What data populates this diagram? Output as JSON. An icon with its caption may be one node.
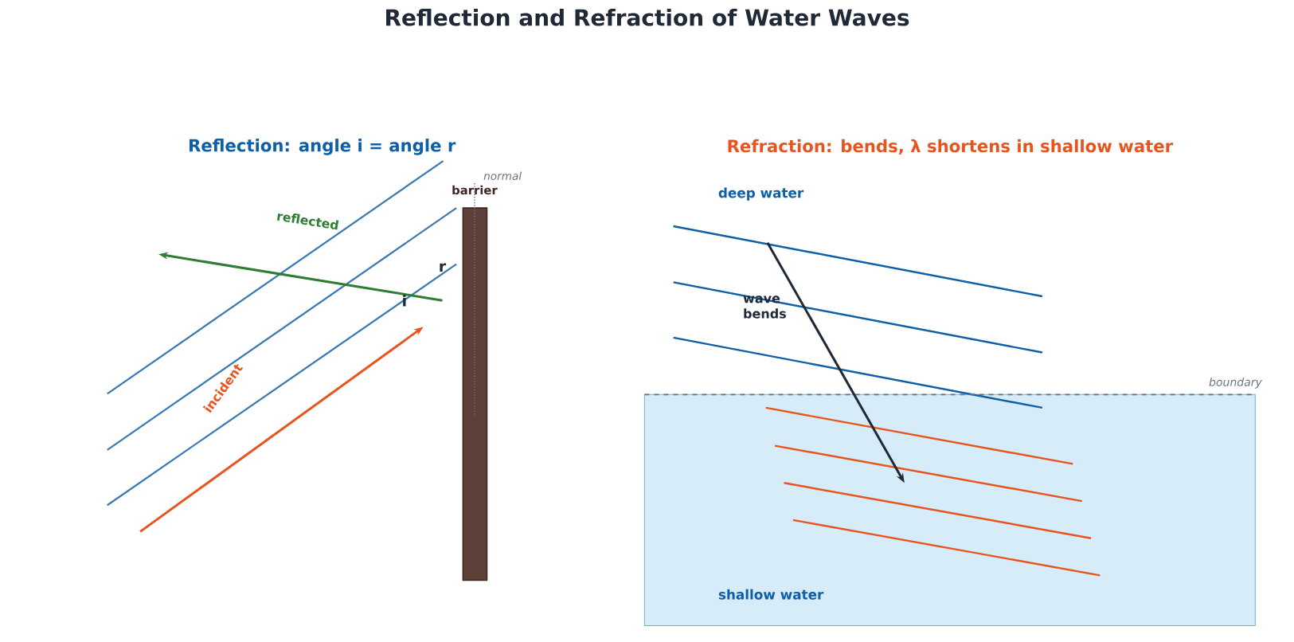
{
  "diagram": {
    "title": "Reflection and Refraction of Water Waves",
    "nodes": [
      {
        "text": [
          "barrier"
        ]
      },
      {
        "text": [
          "shallow water"
        ]
      }
    ],
    "labels": [
      "Reflection: angle i = angle r",
      "Refraction: bends, λ shortens in shallow water",
      "normal",
      "deep water",
      "reflected",
      "r",
      "wave bends",
      "i",
      "boundary",
      "incident"
    ]
  }
}
